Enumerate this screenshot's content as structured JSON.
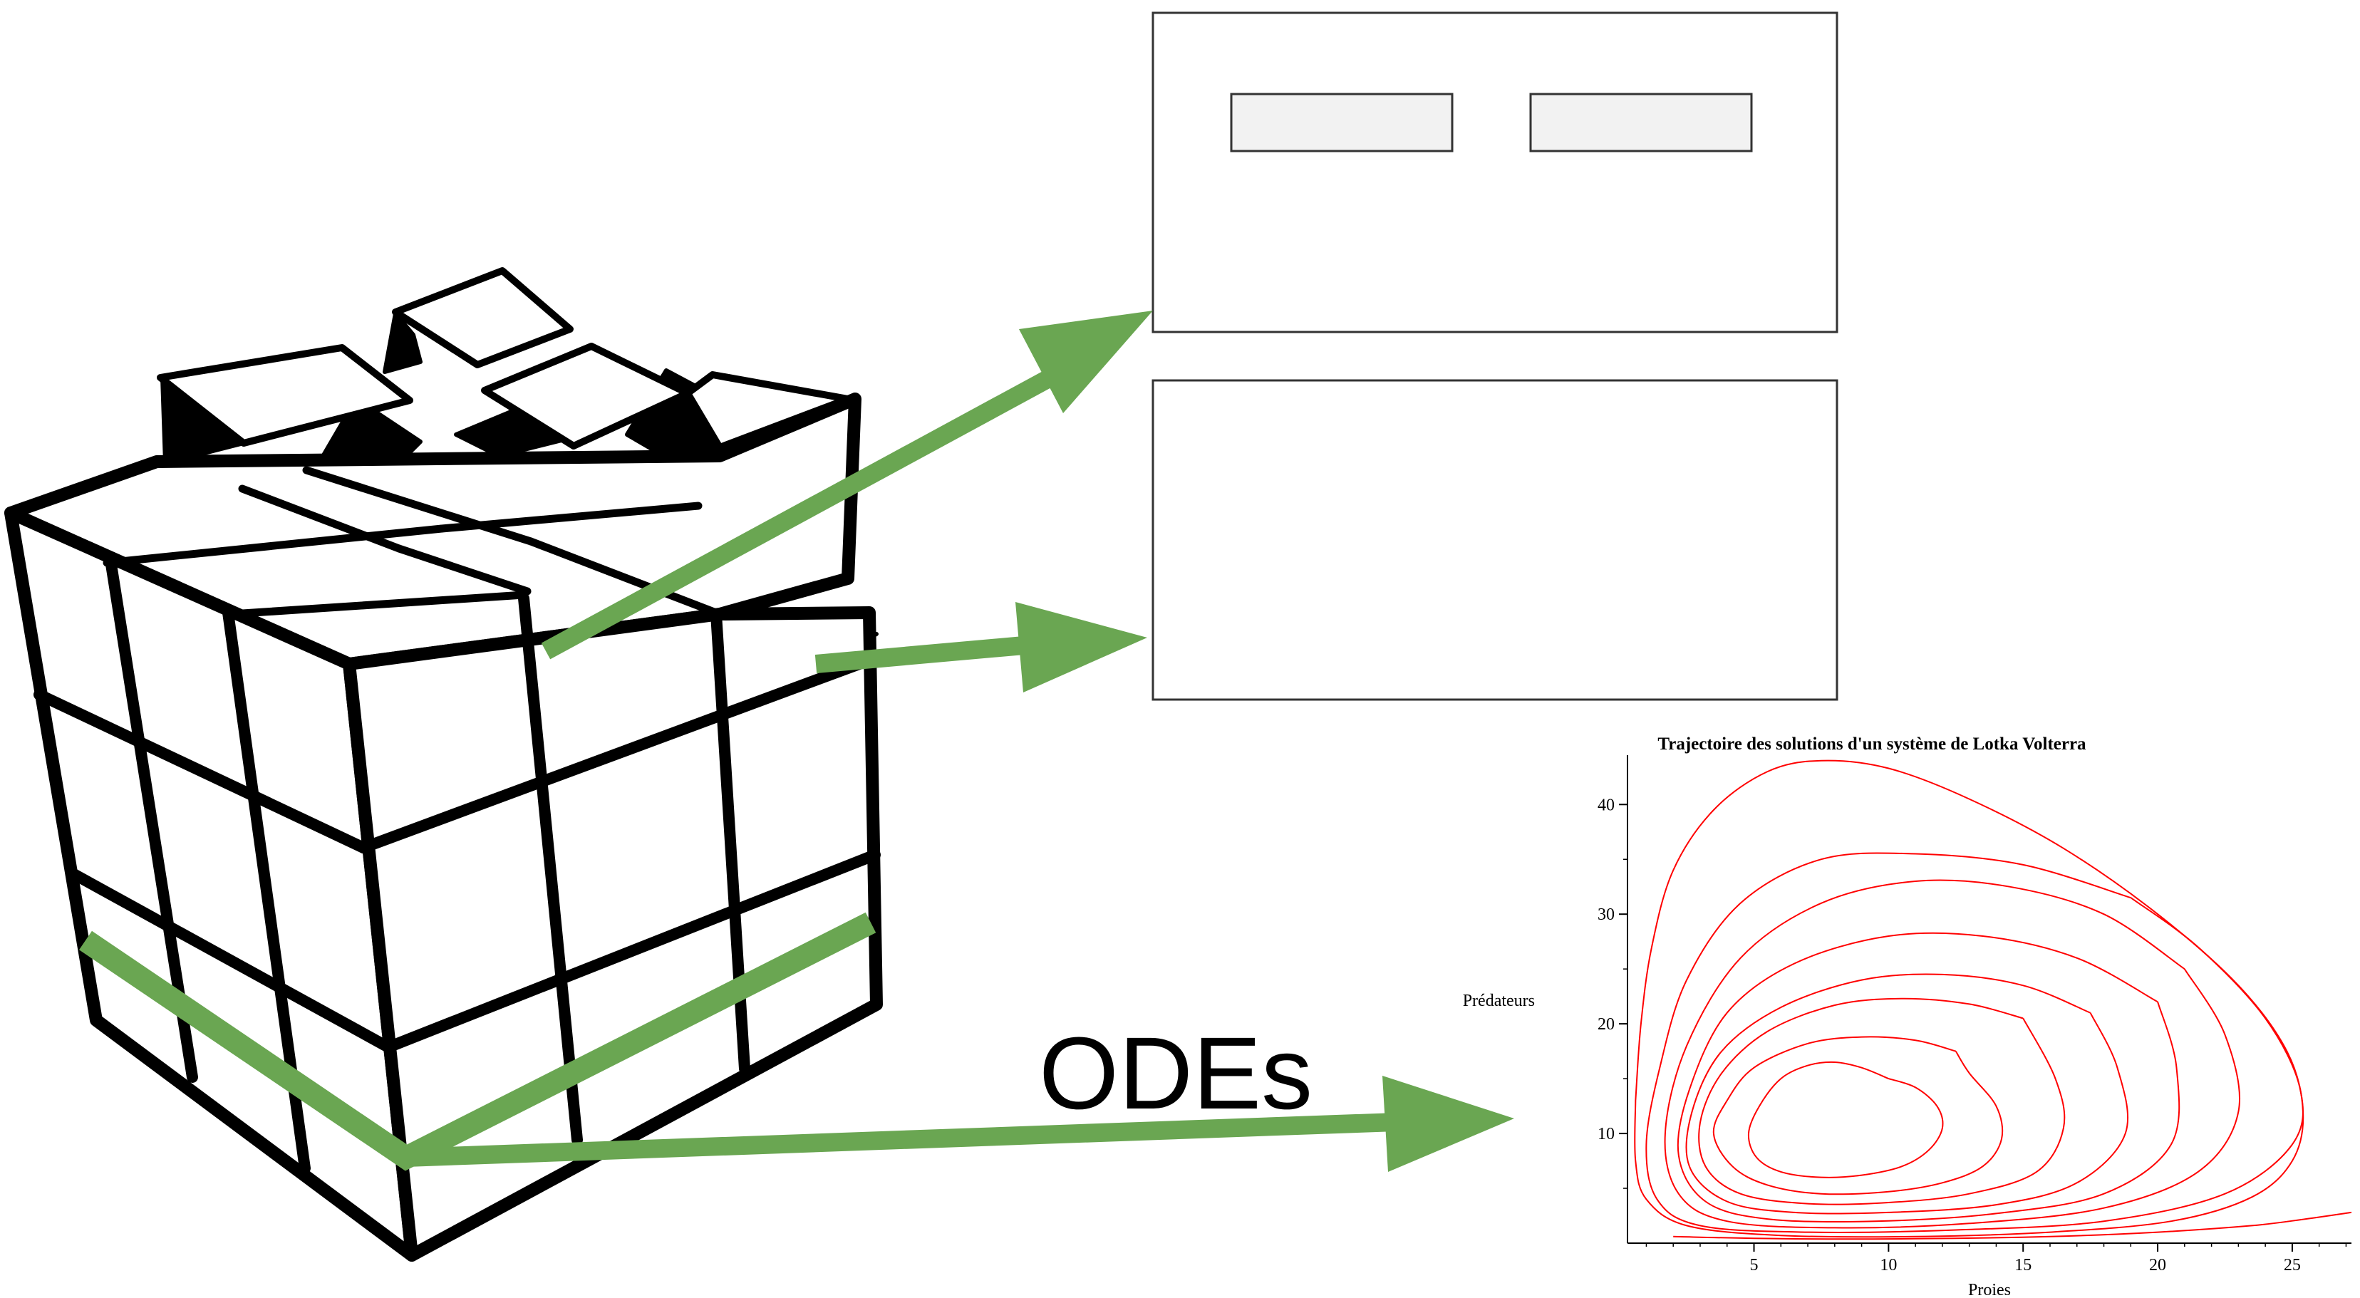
{
  "label": {
    "odes": "ODEs"
  },
  "colors": {
    "arrow": "#6aa652",
    "ink": "#000000",
    "panel_border": "#333333",
    "panel_button_fill": "#f2f2f2",
    "curve": "#ff0000"
  },
  "panels": {
    "top": {
      "buttons": [
        {
          "label": ""
        },
        {
          "label": ""
        }
      ]
    },
    "bottom": {}
  },
  "chart_data": {
    "type": "line",
    "title": "Trajectoire des solutions d'un système de Lotka Volterra",
    "xlabel": "Proies",
    "ylabel": "Prédateurs",
    "xlim": [
      0.3,
      27.2
    ],
    "ylim": [
      0,
      44.5
    ],
    "xticks": [
      5,
      10,
      15,
      20,
      25
    ],
    "yticks": [
      10,
      20,
      30,
      40
    ],
    "grid": false,
    "series": [
      {
        "x": [
          10.0,
          9.0,
          8.0,
          7.0,
          6.0,
          5.2,
          4.8,
          5.1,
          6.0,
          7.5,
          9.0,
          10.5,
          11.5,
          12.0,
          11.8,
          11.0,
          10.0
        ],
        "y": [
          15.0,
          16.0,
          16.5,
          16.2,
          15.0,
          12.5,
          10.0,
          7.8,
          6.5,
          6.0,
          6.2,
          7.0,
          8.5,
          10.5,
          12.5,
          14.2,
          15.0
        ]
      },
      {
        "x": [
          12.5,
          11.0,
          9.0,
          7.0,
          5.0,
          4.0,
          3.5,
          4.2,
          5.5,
          7.5,
          10.0,
          12.0,
          13.5,
          14.2,
          14.0,
          13.0,
          12.5
        ],
        "y": [
          17.5,
          18.5,
          18.8,
          18.2,
          16.0,
          13.0,
          10.0,
          7.0,
          5.3,
          4.5,
          4.7,
          5.5,
          7.0,
          9.5,
          12.5,
          15.5,
          17.5
        ]
      },
      {
        "x": [
          15.0,
          13.0,
          10.5,
          8.0,
          5.5,
          3.8,
          3.0,
          3.2,
          4.5,
          7.0,
          10.0,
          13.0,
          15.5,
          16.5,
          16.2,
          15.0
        ],
        "y": [
          20.5,
          21.8,
          22.3,
          21.7,
          19.3,
          15.5,
          11.0,
          7.0,
          4.5,
          3.6,
          3.7,
          4.5,
          6.5,
          10.5,
          15.0,
          20.5
        ]
      },
      {
        "x": [
          17.5,
          15.0,
          12.0,
          9.0,
          6.0,
          3.8,
          2.7,
          2.6,
          4.0,
          6.5,
          10.0,
          14.0,
          17.0,
          18.8,
          18.5,
          17.5
        ],
        "y": [
          21.0,
          23.5,
          24.5,
          24.0,
          21.5,
          17.5,
          12.0,
          7.0,
          3.8,
          2.8,
          2.8,
          3.5,
          5.5,
          10.0,
          16.0,
          21.0
        ]
      },
      {
        "x": [
          20.0,
          17.0,
          13.5,
          10.0,
          6.5,
          4.0,
          2.6,
          2.2,
          3.2,
          5.5,
          9.5,
          14.0,
          18.0,
          20.5,
          20.7,
          20.0
        ],
        "y": [
          22.0,
          26.0,
          28.0,
          28.0,
          25.5,
          21.0,
          14.0,
          8.0,
          3.8,
          2.2,
          2.0,
          2.7,
          4.5,
          9.0,
          16.0,
          22.0
        ]
      },
      {
        "x": [
          21.0,
          18.0,
          14.5,
          11.0,
          7.5,
          4.5,
          2.5,
          1.7,
          2.2,
          4.0,
          8.0,
          13.0,
          18.0,
          21.5,
          23.0,
          22.5,
          21.0
        ],
        "y": [
          25.0,
          30.0,
          32.5,
          33.0,
          31.0,
          26.0,
          18.0,
          10.0,
          4.5,
          2.0,
          1.4,
          1.8,
          3.2,
          6.5,
          12.0,
          19.0,
          25.0
        ]
      },
      {
        "x": [
          19.0,
          15.0,
          11.0,
          7.5,
          4.5,
          2.5,
          1.5,
          1.0,
          1.4,
          3.0,
          7.0,
          12.5,
          18.0,
          22.5,
          25.0,
          25.3,
          24.0,
          21.5,
          19.0
        ],
        "y": [
          31.5,
          34.5,
          35.5,
          35.0,
          31.0,
          24.0,
          16.0,
          9.0,
          4.0,
          1.6,
          1.0,
          1.2,
          2.0,
          4.5,
          9.0,
          14.0,
          20.5,
          27.0,
          31.5
        ]
      },
      {
        "x": [
          0.6,
          0.8,
          1.2,
          2.0,
          3.5,
          5.5,
          7.5,
          10.0,
          13.0,
          16.5,
          20.0,
          23.0,
          24.8,
          25.4,
          25.0,
          23.5,
          20.5,
          16.0,
          11.0,
          6.0,
          2.5,
          1.0,
          0.6,
          0.6
        ],
        "y": [
          13.0,
          20.0,
          27.0,
          34.0,
          39.5,
          43.0,
          44.0,
          43.3,
          40.5,
          36.0,
          30.0,
          23.5,
          17.5,
          12.0,
          7.5,
          4.2,
          2.0,
          1.0,
          0.6,
          0.7,
          1.6,
          4.0,
          7.5,
          13.0
        ]
      },
      {
        "x": [
          2.0,
          6.0,
          11.0,
          16.0,
          20.0,
          23.5,
          25.5,
          27.2
        ],
        "y": [
          0.6,
          0.4,
          0.4,
          0.6,
          1.0,
          1.6,
          2.2,
          2.8
        ]
      }
    ]
  }
}
